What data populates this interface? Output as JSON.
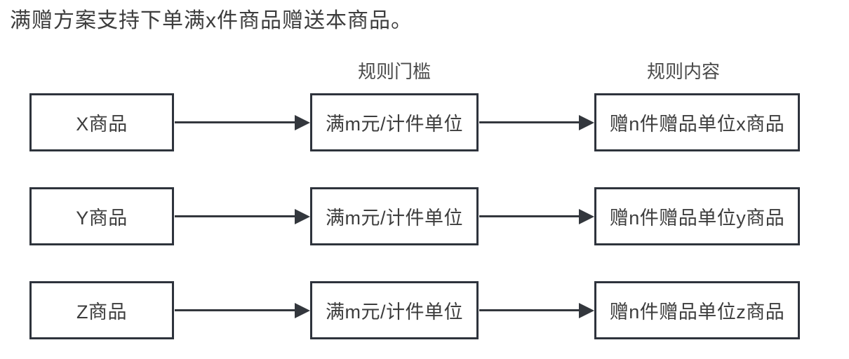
{
  "title": "满赠方案支持下单满x件商品赠送本商品。",
  "columns": {
    "threshold": "规则门槛",
    "content": "规则内容"
  },
  "rows": [
    {
      "product": "X商品",
      "threshold": "满m元/计件单位",
      "content": "赠n件赠品单位x商品"
    },
    {
      "product": "Y商品",
      "threshold": "满m元/计件单位",
      "content": "赠n件赠品单位y商品"
    },
    {
      "product": "Z商品",
      "threshold": "满m元/计件单位",
      "content": "赠n件赠品单位z商品"
    }
  ],
  "colors": {
    "border": "#2e333c",
    "text": "#3d3d3d",
    "arrow": "#33373d",
    "background": "#ffffff",
    "header_text": "#4a4a4a"
  }
}
